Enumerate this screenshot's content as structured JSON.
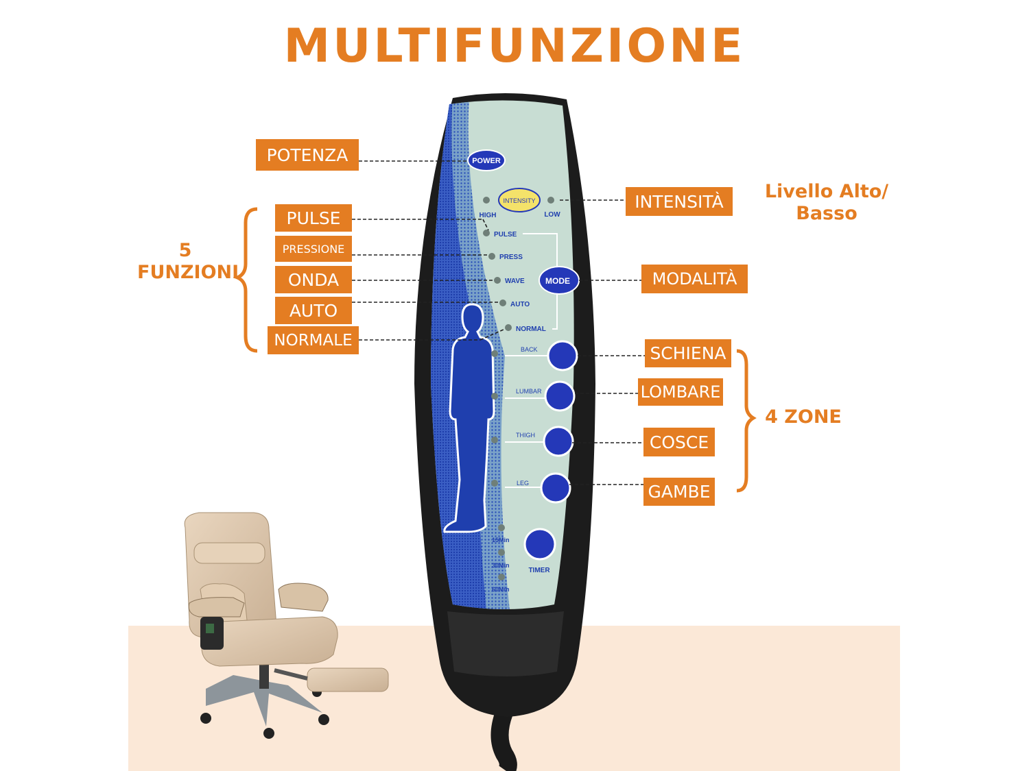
{
  "title": "MULTIFUNZIONE",
  "colors": {
    "accent": "#e47d22",
    "remote_body": "#1c1c1c",
    "panel_light": "#c8ddd3",
    "panel_blue": "#2f55c8",
    "button_blue": "#2438b8",
    "floor": "#fbe8d7"
  },
  "labels": {
    "potenza": "POTENZA",
    "intensita": "INTENSITÀ",
    "pulse": "PULSE",
    "pressione": "PRESSIONE",
    "onda": "ONDA",
    "auto": "AUTO",
    "normale": "NORMALE",
    "modalita": "MODALITÀ",
    "schiena": "SCHIENA",
    "lombare": "LOMBARE",
    "cosce": "COSCE",
    "gambe": "GAMBE"
  },
  "notes": {
    "funzioni_num": "5",
    "funzioni_text": "FUNZIONI",
    "livello_line1": "Livello Alto/",
    "livello_line2": "Basso",
    "zone": "4 ZONE"
  },
  "remote": {
    "power": "POWER",
    "intensity": "INTENSITY",
    "high": "HIGH",
    "low": "LOW",
    "pulse": "PULSE",
    "press": "PRESS",
    "wave": "WAVE",
    "auto": "AUTO",
    "normal": "NORMAL",
    "mode": "MODE",
    "back": "BACK",
    "lumbar": "LUMBAR",
    "thigh": "THIGH",
    "leg": "LEG",
    "t15": "15Min",
    "t30": "30Min",
    "t60": "60Min",
    "timer": "TIMER"
  },
  "icons": [
    "human-silhouette-icon",
    "office-chair-icon",
    "remote-control-icon"
  ]
}
